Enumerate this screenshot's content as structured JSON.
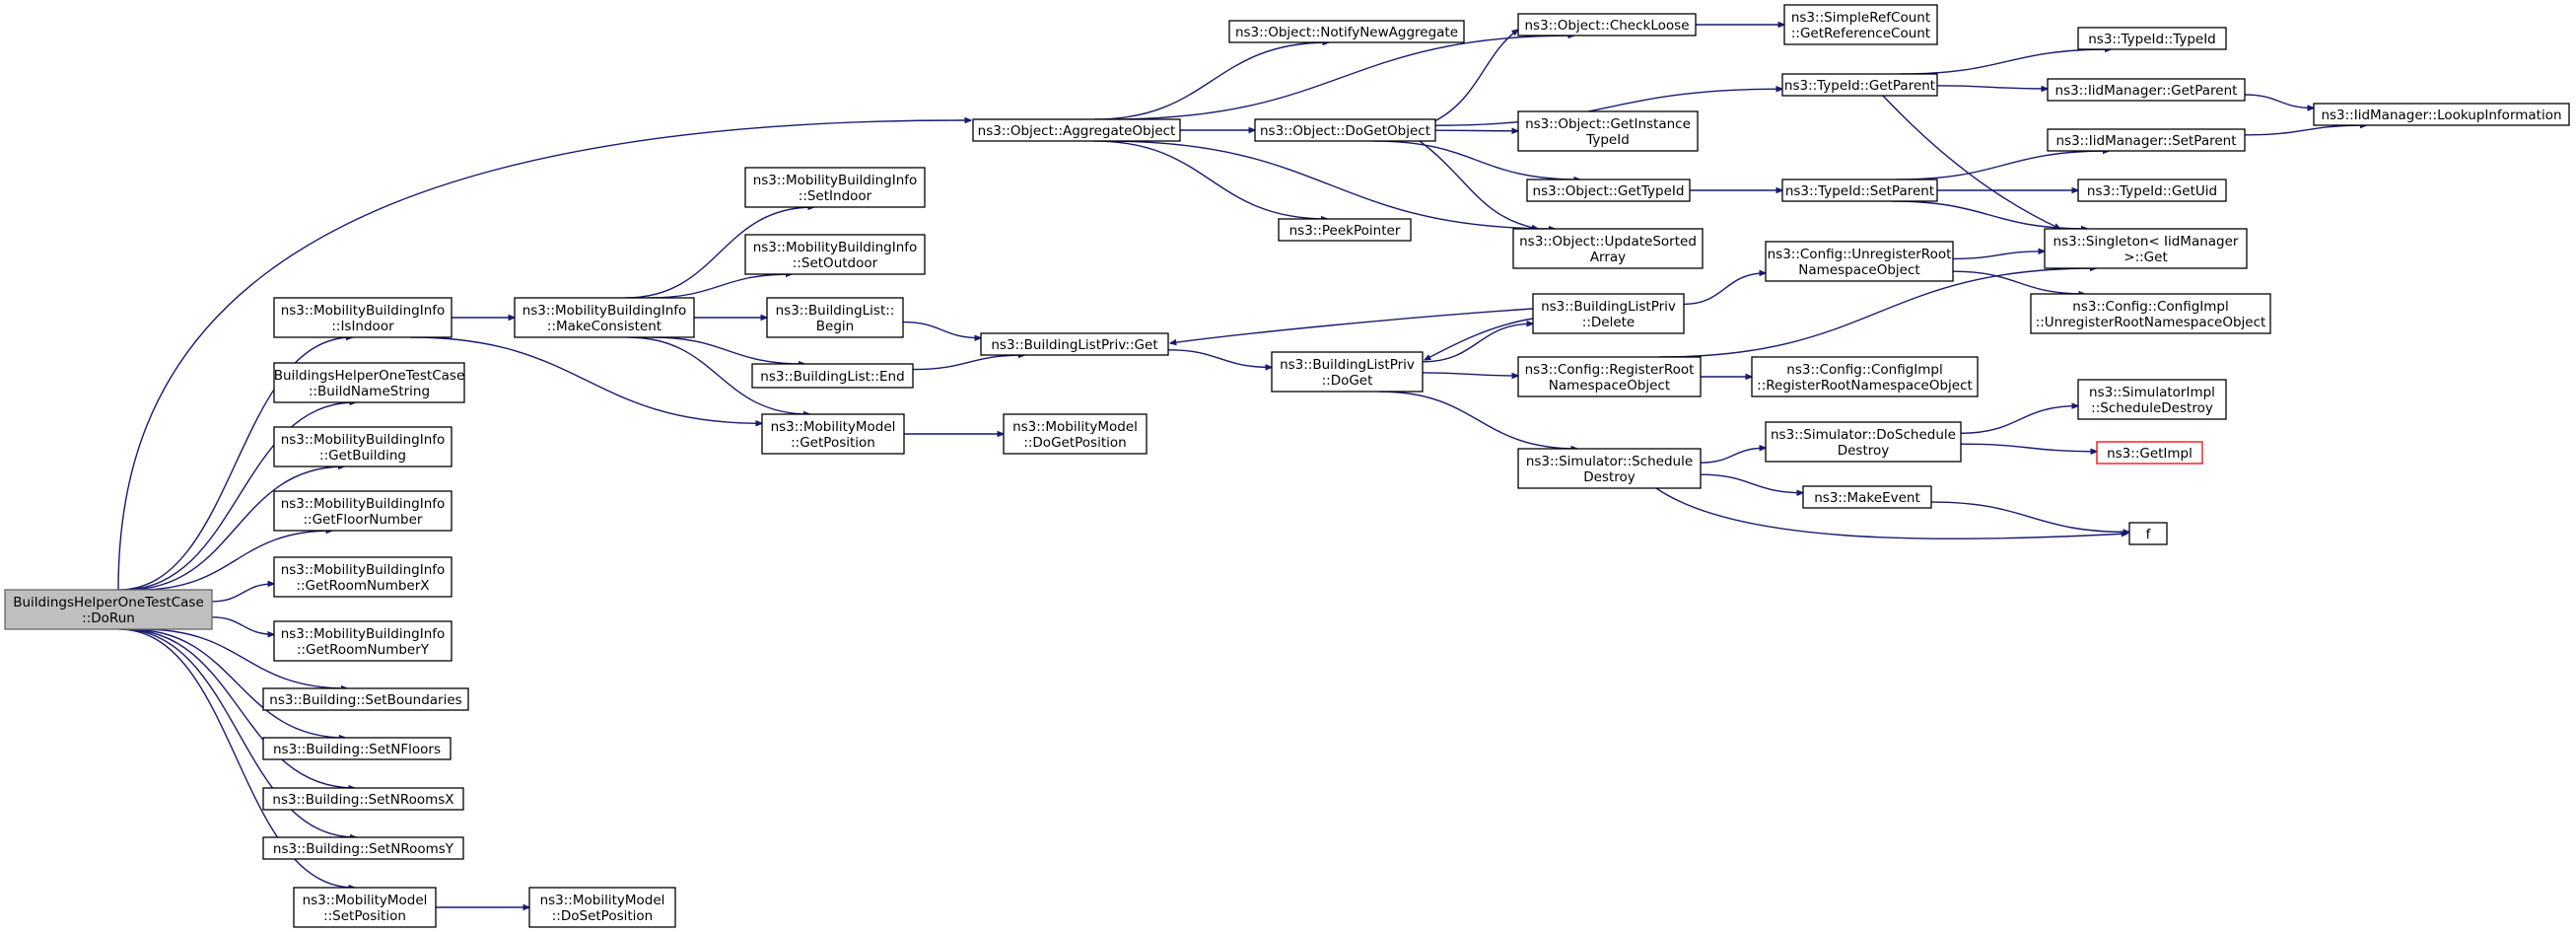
{
  "nodes": {
    "root": [
      "BuildingsHelperOneTestCase",
      "::DoRun"
    ],
    "isIndoor": [
      "ns3::MobilityBuildingInfo",
      "::IsIndoor"
    ],
    "buildName": [
      "BuildingsHelperOneTestCase",
      "::BuildNameString"
    ],
    "getBuilding": [
      "ns3::MobilityBuildingInfo",
      "::GetBuilding"
    ],
    "getFloor": [
      "ns3::MobilityBuildingInfo",
      "::GetFloorNumber"
    ],
    "getRoomX": [
      "ns3::MobilityBuildingInfo",
      "::GetRoomNumberX"
    ],
    "getRoomY": [
      "ns3::MobilityBuildingInfo",
      "::GetRoomNumberY"
    ],
    "setBoundaries": [
      "ns3::Building::SetBoundaries"
    ],
    "setNFloors": [
      "ns3::Building::SetNFloors"
    ],
    "setNRoomsX": [
      "ns3::Building::SetNRoomsX"
    ],
    "setNRoomsY": [
      "ns3::Building::SetNRoomsY"
    ],
    "setPosition": [
      "ns3::MobilityModel",
      "::SetPosition"
    ],
    "doSetPosition": [
      "ns3::MobilityModel",
      "::DoSetPosition"
    ],
    "makeConsistent": [
      "ns3::MobilityBuildingInfo",
      "::MakeConsistent"
    ],
    "setIndoor": [
      "ns3::MobilityBuildingInfo",
      "::SetIndoor"
    ],
    "setOutdoor": [
      "ns3::MobilityBuildingInfo",
      "::SetOutdoor"
    ],
    "blBegin": [
      "ns3::BuildingList::",
      "Begin"
    ],
    "blEnd": [
      "ns3::BuildingList::End"
    ],
    "getPosition": [
      "ns3::MobilityModel",
      "::GetPosition"
    ],
    "doGetPosition": [
      "ns3::MobilityModel",
      "::DoGetPosition"
    ],
    "aggregate": [
      "ns3::Object::AggregateObject"
    ],
    "notifyNew": [
      "ns3::Object::NotifyNewAggregate"
    ],
    "doGetObject": [
      "ns3::Object::DoGetObject"
    ],
    "peekPointer": [
      "ns3::PeekPointer"
    ],
    "checkLoose": [
      "ns3::Object::CheckLoose"
    ],
    "getRefCount": [
      "ns3::SimpleRefCount",
      "::GetReferenceCount"
    ],
    "getInstanceTypeId": [
      "ns3::Object::GetInstance",
      "TypeId"
    ],
    "getTypeId": [
      "ns3::Object::GetTypeId"
    ],
    "updateSorted": [
      "ns3::Object::UpdateSorted",
      "Array"
    ],
    "typeIdGetParent": [
      "ns3::TypeId::GetParent"
    ],
    "typeIdSetParent": [
      "ns3::TypeId::SetParent"
    ],
    "typeIdTypeId": [
      "ns3::TypeId::TypeId"
    ],
    "iidGetParent": [
      "ns3::IidManager::GetParent"
    ],
    "lookupInfo": [
      "ns3::IidManager::LookupInformation"
    ],
    "iidSetParent": [
      "ns3::IidManager::SetParent"
    ],
    "typeIdGetUid": [
      "ns3::TypeId::GetUid"
    ],
    "singletonGet": [
      "ns3::Singleton< IidManager",
      " >::Get"
    ],
    "blpGet": [
      "ns3::BuildingListPriv::Get"
    ],
    "blpDoGet": [
      "ns3::BuildingListPriv",
      "::DoGet"
    ],
    "blpDelete": [
      "ns3::BuildingListPriv",
      "::Delete"
    ],
    "unregisterRoot": [
      "ns3::Config::UnregisterRoot",
      "NamespaceObject"
    ],
    "implUnregister": [
      "ns3::Config::ConfigImpl",
      "::UnregisterRootNamespaceObject"
    ],
    "registerRoot": [
      "ns3::Config::RegisterRoot",
      "NamespaceObject"
    ],
    "implRegister": [
      "ns3::Config::ConfigImpl",
      "::RegisterRootNamespaceObject"
    ],
    "scheduleDestroy": [
      "ns3::Simulator::Schedule",
      "Destroy"
    ],
    "doScheduleDestroy": [
      "ns3::Simulator::DoSchedule",
      "Destroy"
    ],
    "simImplScheduleDestroy": [
      "ns3::SimulatorImpl",
      "::ScheduleDestroy"
    ],
    "getImpl": [
      "ns3::GetImpl"
    ],
    "makeEvent": [
      "ns3::MakeEvent"
    ],
    "f": [
      "f"
    ]
  },
  "colors": {
    "edge": "#191970",
    "root_fill": "#bfbfbf",
    "highlight_border": "#ff0000"
  }
}
